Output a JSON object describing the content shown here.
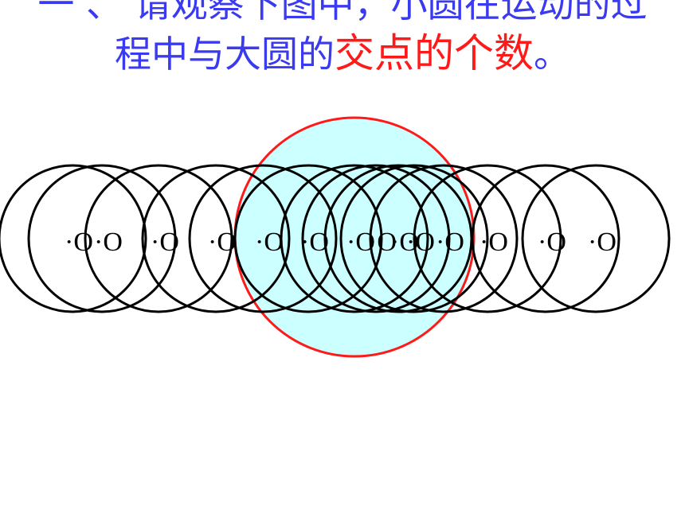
{
  "title": {
    "part1": "一 、   请观察下图中，小圆在运动的过程中与大圆的",
    "part2": "交点的个数",
    "part3": "。"
  },
  "diagram": {
    "center_labels": [
      "·O",
      "·O",
      "·O",
      "·O",
      "·O",
      "·O",
      "·O",
      "·O",
      "·O",
      "·O",
      "·O",
      "·O",
      "·O",
      "·O"
    ],
    "colors": {
      "title": "#3a3af0",
      "emphasis": "#ff1a1a",
      "big_circle_stroke": "#ff1a1a",
      "big_circle_fill": "#ccffff",
      "small_circle_stroke": "#000000"
    }
  }
}
